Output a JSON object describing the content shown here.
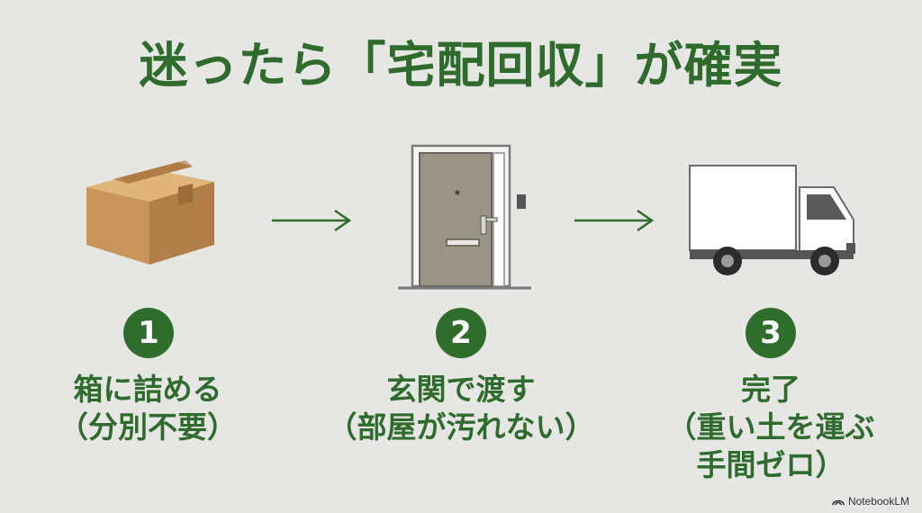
{
  "title": "迷ったら「宅配回収」が確実",
  "colors": {
    "accent": "#2e6b2c",
    "background": "#e6e6e4"
  },
  "steps": [
    {
      "number": "1",
      "icon": "cardboard-box-icon",
      "lines": [
        "箱に詰める",
        "（分別不要）"
      ]
    },
    {
      "number": "2",
      "icon": "front-door-icon",
      "lines": [
        "玄関で渡す",
        "（部屋が汚れない）"
      ]
    },
    {
      "number": "3",
      "icon": "delivery-truck-icon",
      "lines": [
        "完了",
        "（重い土を運ぶ",
        "手間ゼロ）"
      ]
    }
  ],
  "brand": "NotebookLM"
}
